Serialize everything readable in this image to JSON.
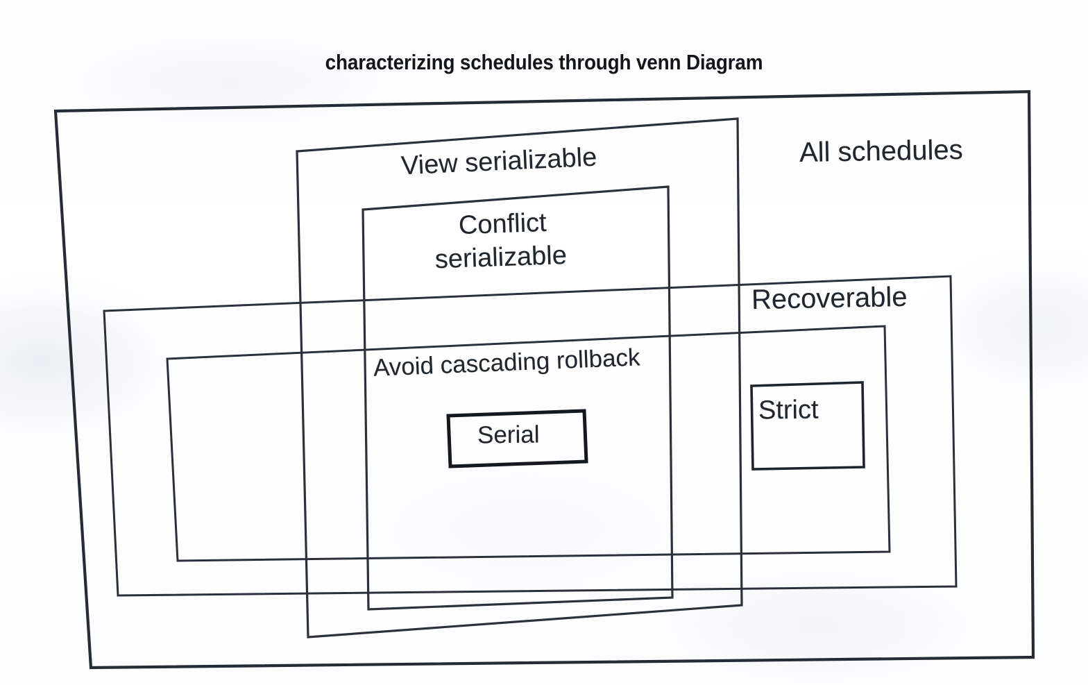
{
  "title": "characterizing schedules through venn Diagram",
  "diagram": {
    "type": "venn-nested-rectangles",
    "regions": [
      {
        "id": "all-schedules",
        "label": "All schedules",
        "level": 1
      },
      {
        "id": "view-serializable",
        "label": "View serializable",
        "level": 2
      },
      {
        "id": "conflict-serializable",
        "label_line1": "Conflict",
        "label_line2": "serializable",
        "label": "Conflict serializable",
        "level": 3
      },
      {
        "id": "recoverable",
        "label": "Recoverable",
        "level": 2
      },
      {
        "id": "avoid-cascading-rollback",
        "label": "Avoid cascading rollback",
        "level": 3
      },
      {
        "id": "strict",
        "label": "Strict",
        "level": 4
      },
      {
        "id": "serial",
        "label": "Serial",
        "level": 5
      }
    ],
    "colors": {
      "ink": "#20262e",
      "line": "#262c36",
      "paper": "#ffffff"
    }
  }
}
